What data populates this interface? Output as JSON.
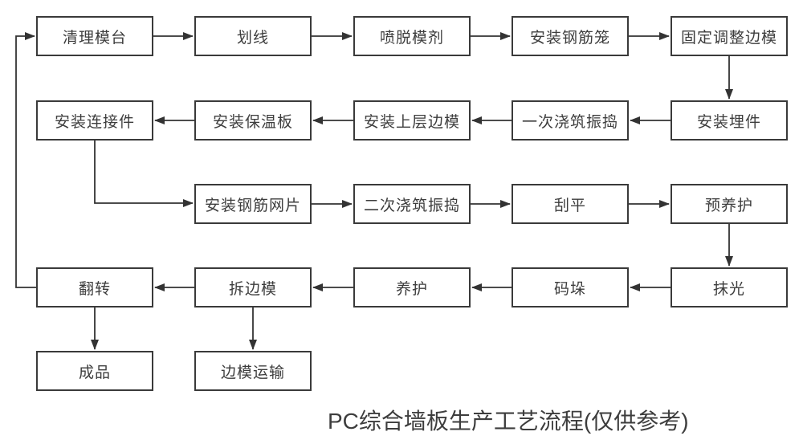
{
  "diagram": {
    "caption": "PC综合墙板生产工艺流程(仅供参考)",
    "nodes": [
      {
        "id": "clean-mold-table",
        "label": "清理模台"
      },
      {
        "id": "scribing",
        "label": "划线"
      },
      {
        "id": "spray-release-agent",
        "label": "喷脱模剂"
      },
      {
        "id": "install-rebar-cage",
        "label": "安装钢筋笼"
      },
      {
        "id": "fix-adjust-side-forms",
        "label": "固定调整边模"
      },
      {
        "id": "install-connectors",
        "label": "安装连接件"
      },
      {
        "id": "install-insulation-board",
        "label": "安装保温板"
      },
      {
        "id": "install-upper-side-forms",
        "label": "安装上层边模"
      },
      {
        "id": "first-pour-vibrate",
        "label": "一次浇筑振捣"
      },
      {
        "id": "install-embedded-parts",
        "label": "安装埋件"
      },
      {
        "id": "install-rebar-mesh",
        "label": "安装钢筋网片"
      },
      {
        "id": "second-pour-vibrate",
        "label": "二次浇筑振捣"
      },
      {
        "id": "screed",
        "label": "刮平"
      },
      {
        "id": "pre-curing",
        "label": "预养护"
      },
      {
        "id": "flip",
        "label": "翻转"
      },
      {
        "id": "remove-side-forms",
        "label": "拆边模"
      },
      {
        "id": "curing",
        "label": "养护"
      },
      {
        "id": "stacking",
        "label": "码垛"
      },
      {
        "id": "troweling",
        "label": "抹光"
      },
      {
        "id": "finished-product",
        "label": "成品"
      },
      {
        "id": "side-form-transport",
        "label": "边模运输"
      }
    ],
    "edges": [
      {
        "from": "clean-mold-table",
        "to": "scribing"
      },
      {
        "from": "scribing",
        "to": "spray-release-agent"
      },
      {
        "from": "spray-release-agent",
        "to": "install-rebar-cage"
      },
      {
        "from": "install-rebar-cage",
        "to": "fix-adjust-side-forms"
      },
      {
        "from": "fix-adjust-side-forms",
        "to": "install-embedded-parts"
      },
      {
        "from": "install-embedded-parts",
        "to": "first-pour-vibrate"
      },
      {
        "from": "first-pour-vibrate",
        "to": "install-upper-side-forms"
      },
      {
        "from": "install-upper-side-forms",
        "to": "install-insulation-board"
      },
      {
        "from": "install-insulation-board",
        "to": "install-connectors"
      },
      {
        "from": "install-connectors",
        "to": "install-rebar-mesh"
      },
      {
        "from": "install-rebar-mesh",
        "to": "second-pour-vibrate"
      },
      {
        "from": "second-pour-vibrate",
        "to": "screed"
      },
      {
        "from": "screed",
        "to": "pre-curing"
      },
      {
        "from": "pre-curing",
        "to": "troweling"
      },
      {
        "from": "troweling",
        "to": "stacking"
      },
      {
        "from": "stacking",
        "to": "curing"
      },
      {
        "from": "curing",
        "to": "remove-side-forms"
      },
      {
        "from": "remove-side-forms",
        "to": "flip"
      },
      {
        "from": "flip",
        "to": "finished-product"
      },
      {
        "from": "remove-side-forms",
        "to": "side-form-transport"
      },
      {
        "from": "flip",
        "to": "clean-mold-table"
      }
    ]
  },
  "colors": {
    "line": "#333333",
    "box_border": "#3a3a3a",
    "text": "#3d3d3d",
    "background": "#ffffff"
  }
}
